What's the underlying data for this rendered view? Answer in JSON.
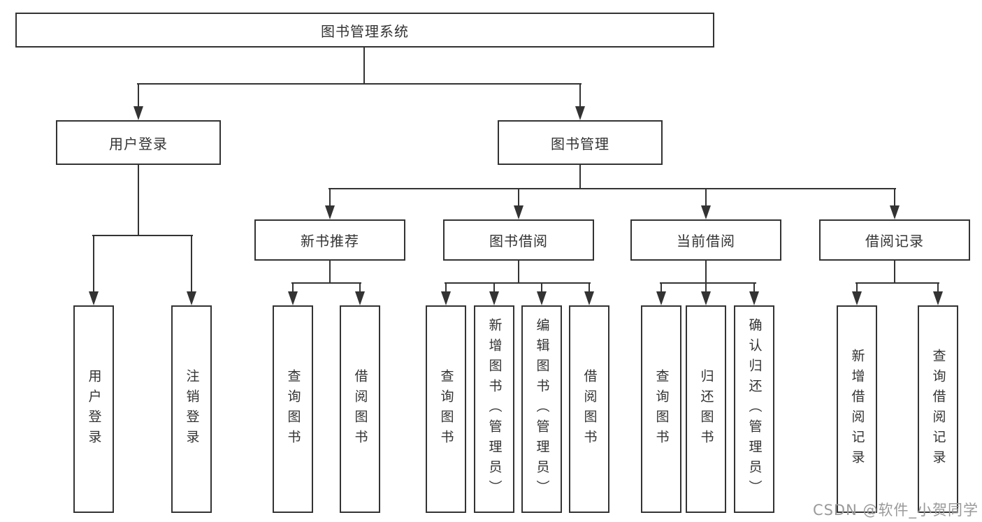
{
  "diagram": {
    "root": "图书管理系统",
    "level2": [
      "用户登录",
      "图书管理"
    ],
    "level3": [
      "新书推荐",
      "图书借阅",
      "当前借阅",
      "借阅记录"
    ],
    "user_login_children": [
      "用户登录",
      "注销登录"
    ],
    "recommend_children": [
      "查询图书",
      "借阅图书"
    ],
    "borrow_children": [
      "查询图书",
      "新增图书（管理员）",
      "编辑图书（管理员）",
      "借阅图书"
    ],
    "current_children": [
      "查询图书",
      "归还图书",
      "确认归还（管理员）"
    ],
    "records_children": [
      "新增借阅记录",
      "查询借阅记录"
    ]
  },
  "watermark": "CSDN @软件_小贺同学",
  "colors": {
    "line": "#333333",
    "text": "#333333",
    "box_fill": "#ffffff",
    "watermark": "#9a9a9a",
    "background": "#ffffff"
  }
}
